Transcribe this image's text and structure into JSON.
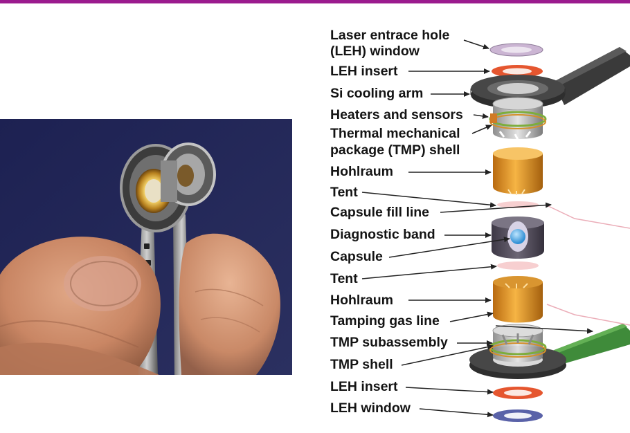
{
  "labels": {
    "leh_window_top": [
      "Laser entrace hole",
      "(LEH) window"
    ],
    "leh_insert_top": "LEH insert",
    "si_cooling_arm": "Si cooling arm",
    "heaters_sensors": "Heaters and sensors",
    "tmp_shell_top": [
      "Thermal mechanical",
      "package (TMP) shell"
    ],
    "hohlraum_top": "Hohlraum",
    "tent_top": "Tent",
    "capsule_fill_line": "Capsule fill line",
    "diagnostic_band": "Diagnostic band",
    "capsule": "Capsule",
    "tent_bottom": "Tent",
    "hohlraum_bottom": "Hohlraum",
    "tamping_gas_line": "Tamping gas line",
    "tmp_subassembly": "TMP subassembly",
    "tmp_shell_bottom": "TMP shell",
    "leh_insert_bottom": "LEH insert",
    "leh_window_bottom": "LEH window"
  },
  "colors": {
    "accent_bar": "#9b1b8e",
    "photo_background": "#22264f",
    "hohlraum_gold": "#e79a2a",
    "leh_insert": "#e5562f",
    "top_window": "#cbb5d3",
    "bottom_window": "#5a62a8",
    "cooling_arm": "#3a3a3a",
    "tamping_line_green": "#3f8b3a"
  }
}
